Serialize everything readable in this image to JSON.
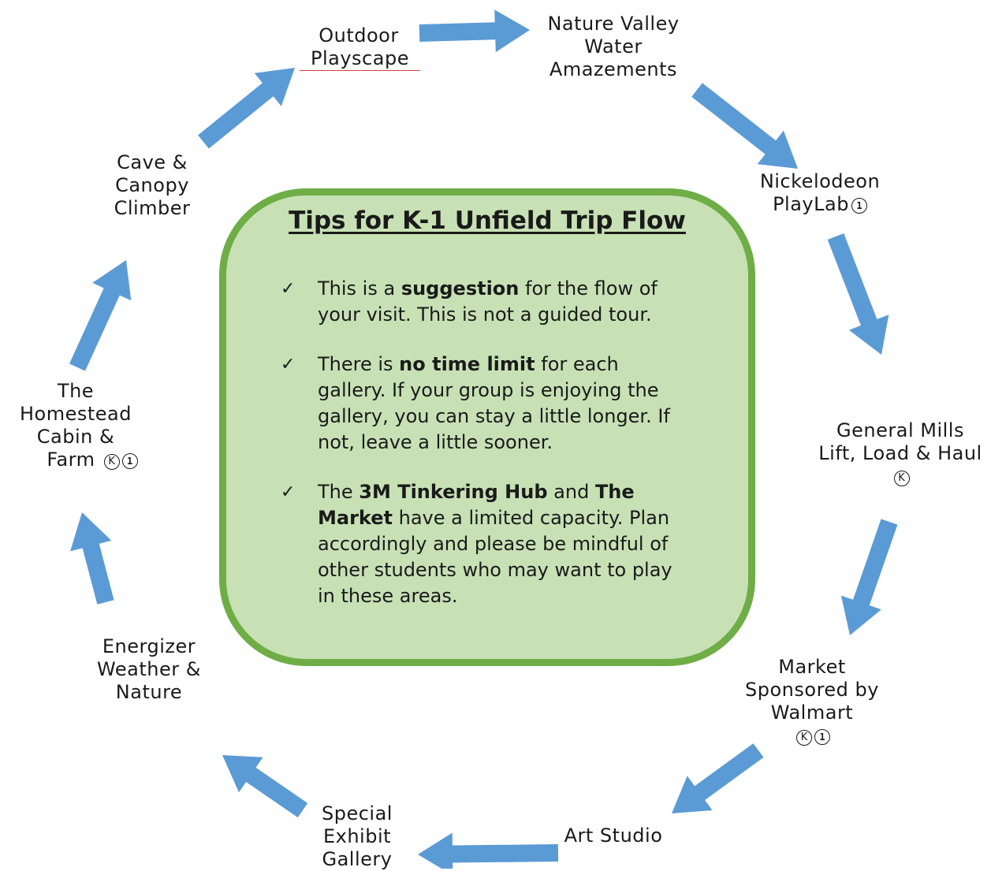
{
  "colors": {
    "arrow": "#5b9bd5",
    "box_fill": "#c7e1b5",
    "box_border": "#6fad47",
    "text": "#1a1a1a"
  },
  "badges": {
    "k": "K",
    "one": "1"
  },
  "stations": [
    {
      "id": "outdoor-playscape",
      "lines": [
        "Outdoor",
        "Playscape"
      ],
      "badges": []
    },
    {
      "id": "nature-valley",
      "lines": [
        "Nature Valley",
        "Water",
        "Amazements"
      ],
      "badges": []
    },
    {
      "id": "nickelodeon-playlab",
      "lines": [
        "Nickelodeon",
        "PlayLab"
      ],
      "badges": [
        "one"
      ]
    },
    {
      "id": "general-mills",
      "lines": [
        "General Mills",
        "Lift, Load & Haul"
      ],
      "badges": [
        "k"
      ]
    },
    {
      "id": "market",
      "lines": [
        "Market",
        "Sponsored by",
        "Walmart"
      ],
      "badges": [
        "k",
        "one"
      ]
    },
    {
      "id": "art-studio",
      "lines": [
        "Art Studio"
      ],
      "badges": []
    },
    {
      "id": "special-exhibit",
      "lines": [
        "Special",
        "Exhibit",
        "Gallery"
      ],
      "badges": []
    },
    {
      "id": "energizer",
      "lines": [
        "Energizer",
        "Weather &",
        "Nature"
      ],
      "badges": []
    },
    {
      "id": "homestead",
      "lines": [
        "The",
        "Homestead",
        "Cabin &",
        "Farm"
      ],
      "badges": [
        "k",
        "one"
      ]
    },
    {
      "id": "cave-canopy",
      "lines": [
        "Cave &",
        "Canopy",
        "Climber"
      ],
      "badges": []
    }
  ],
  "tips": {
    "title": "Tips for K-1 Unfield Trip Flow",
    "check_symbol": "✓",
    "items": [
      {
        "parts": [
          {
            "text": "This is a ",
            "bold": false
          },
          {
            "text": "suggestion",
            "bold": true
          },
          {
            "text": " for the flow of your visit. This is not a guided tour.",
            "bold": false
          }
        ]
      },
      {
        "parts": [
          {
            "text": "There is ",
            "bold": false
          },
          {
            "text": "no time limit",
            "bold": true
          },
          {
            "text": " for each gallery. If your group is enjoying the gallery, you can stay a little longer. If not, leave a little sooner.",
            "bold": false
          }
        ]
      },
      {
        "parts": [
          {
            "text": "The ",
            "bold": false
          },
          {
            "text": "3M Tinkering Hub",
            "bold": true
          },
          {
            "text": " and ",
            "bold": false
          },
          {
            "text": "The Market",
            "bold": true
          },
          {
            "text": " have a limited capacity. Plan accordingly and please be mindful of other students who may want to play in these areas.",
            "bold": false
          }
        ]
      }
    ]
  }
}
